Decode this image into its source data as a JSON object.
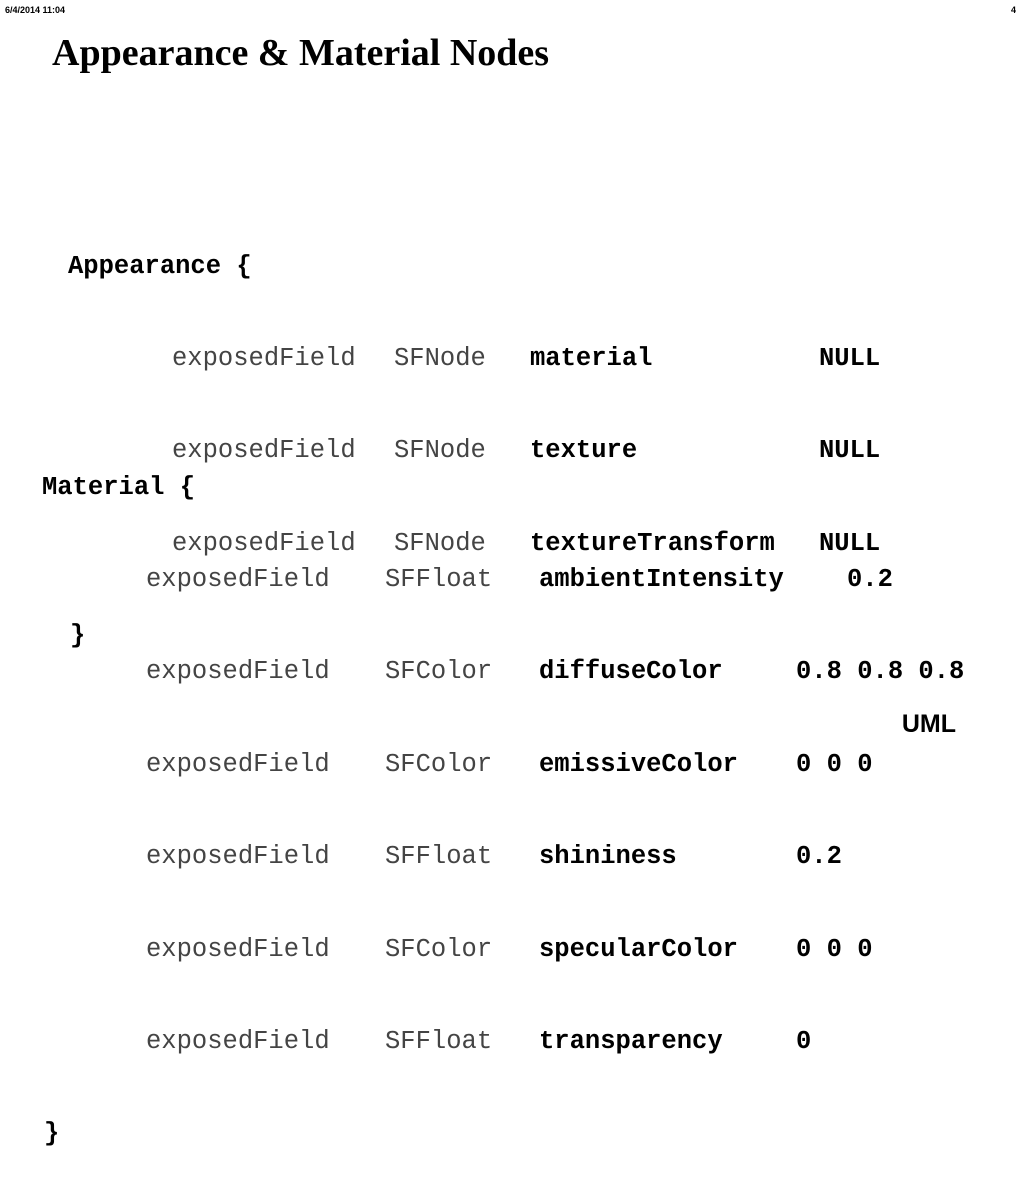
{
  "header": {
    "datetime": "6/4/2014  11:04",
    "page_number": "4"
  },
  "slide": {
    "title": "Appearance & Material Nodes",
    "footer": "UML"
  },
  "appearance": {
    "open": "Appearance {",
    "close": "}",
    "fields": [
      {
        "kind": "exposedField",
        "type": "SFNode",
        "name": "material",
        "value": "NULL"
      },
      {
        "kind": "exposedField",
        "type": "SFNode",
        "name": "texture",
        "value": "NULL"
      },
      {
        "kind": "exposedField",
        "type": "SFNode",
        "name": "textureTransform",
        "value": "NULL"
      }
    ]
  },
  "material": {
    "open": "Material {",
    "close": "}",
    "fields": [
      {
        "kind": "exposedField",
        "type": "SFFloat",
        "name": "ambientIntensity",
        "value": "0.2"
      },
      {
        "kind": "exposedField",
        "type": "SFColor",
        "name": "diffuseColor",
        "value": "0.8 0.8 0.8"
      },
      {
        "kind": "exposedField",
        "type": "SFColor",
        "name": "emissiveColor",
        "value": "0 0 0"
      },
      {
        "kind": "exposedField",
        "type": "SFFloat",
        "name": "shininess",
        "value": "0.2"
      },
      {
        "kind": "exposedField",
        "type": "SFColor",
        "name": "specularColor",
        "value": "0 0 0"
      },
      {
        "kind": "exposedField",
        "type": "SFFloat",
        "name": "transparency",
        "value": "0"
      }
    ]
  }
}
